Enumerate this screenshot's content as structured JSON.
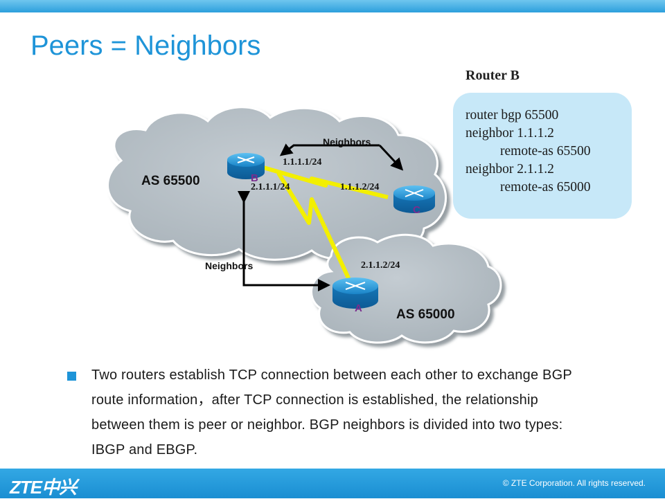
{
  "slide": {
    "title": "Peers = Neighbors"
  },
  "diagram": {
    "as_large": "AS 65500",
    "as_small": "AS 65000",
    "routers": {
      "a": "A",
      "b": "B",
      "c": "C"
    },
    "neighbors_top": "Neighbors",
    "neighbors_bottom": "Neighbors",
    "ips": {
      "b_to_c": "1.1.1.1/24",
      "b_to_a": "2.1.1.1/24",
      "c_to_b": "1.1.1.2/24",
      "a_to_b": "2.1.1.2/24"
    },
    "colors": {
      "cloud": "#b3bcc3",
      "router": "#1e8dcf",
      "link": "#f3ef00",
      "router_label": "#7b2d8e",
      "arrow": "#000000"
    }
  },
  "config": {
    "title": "Router B",
    "lines": [
      "router bgp 65500",
      "neighbor 1.1.1.2",
      "remote-as 65500",
      "neighbor 2.1.1.2",
      "remote-as 65000"
    ]
  },
  "body": {
    "bullet_text": "Two routers establish TCP connection between each other to exchange BGP route information，after TCP connection is established, the relationship between them is peer or neighbor. BGP neighbors is divided into two types: IBGP and EBGP."
  },
  "footer": {
    "logo": "ZTE中兴",
    "copyright": "© ZTE Corporation. All rights reserved."
  }
}
